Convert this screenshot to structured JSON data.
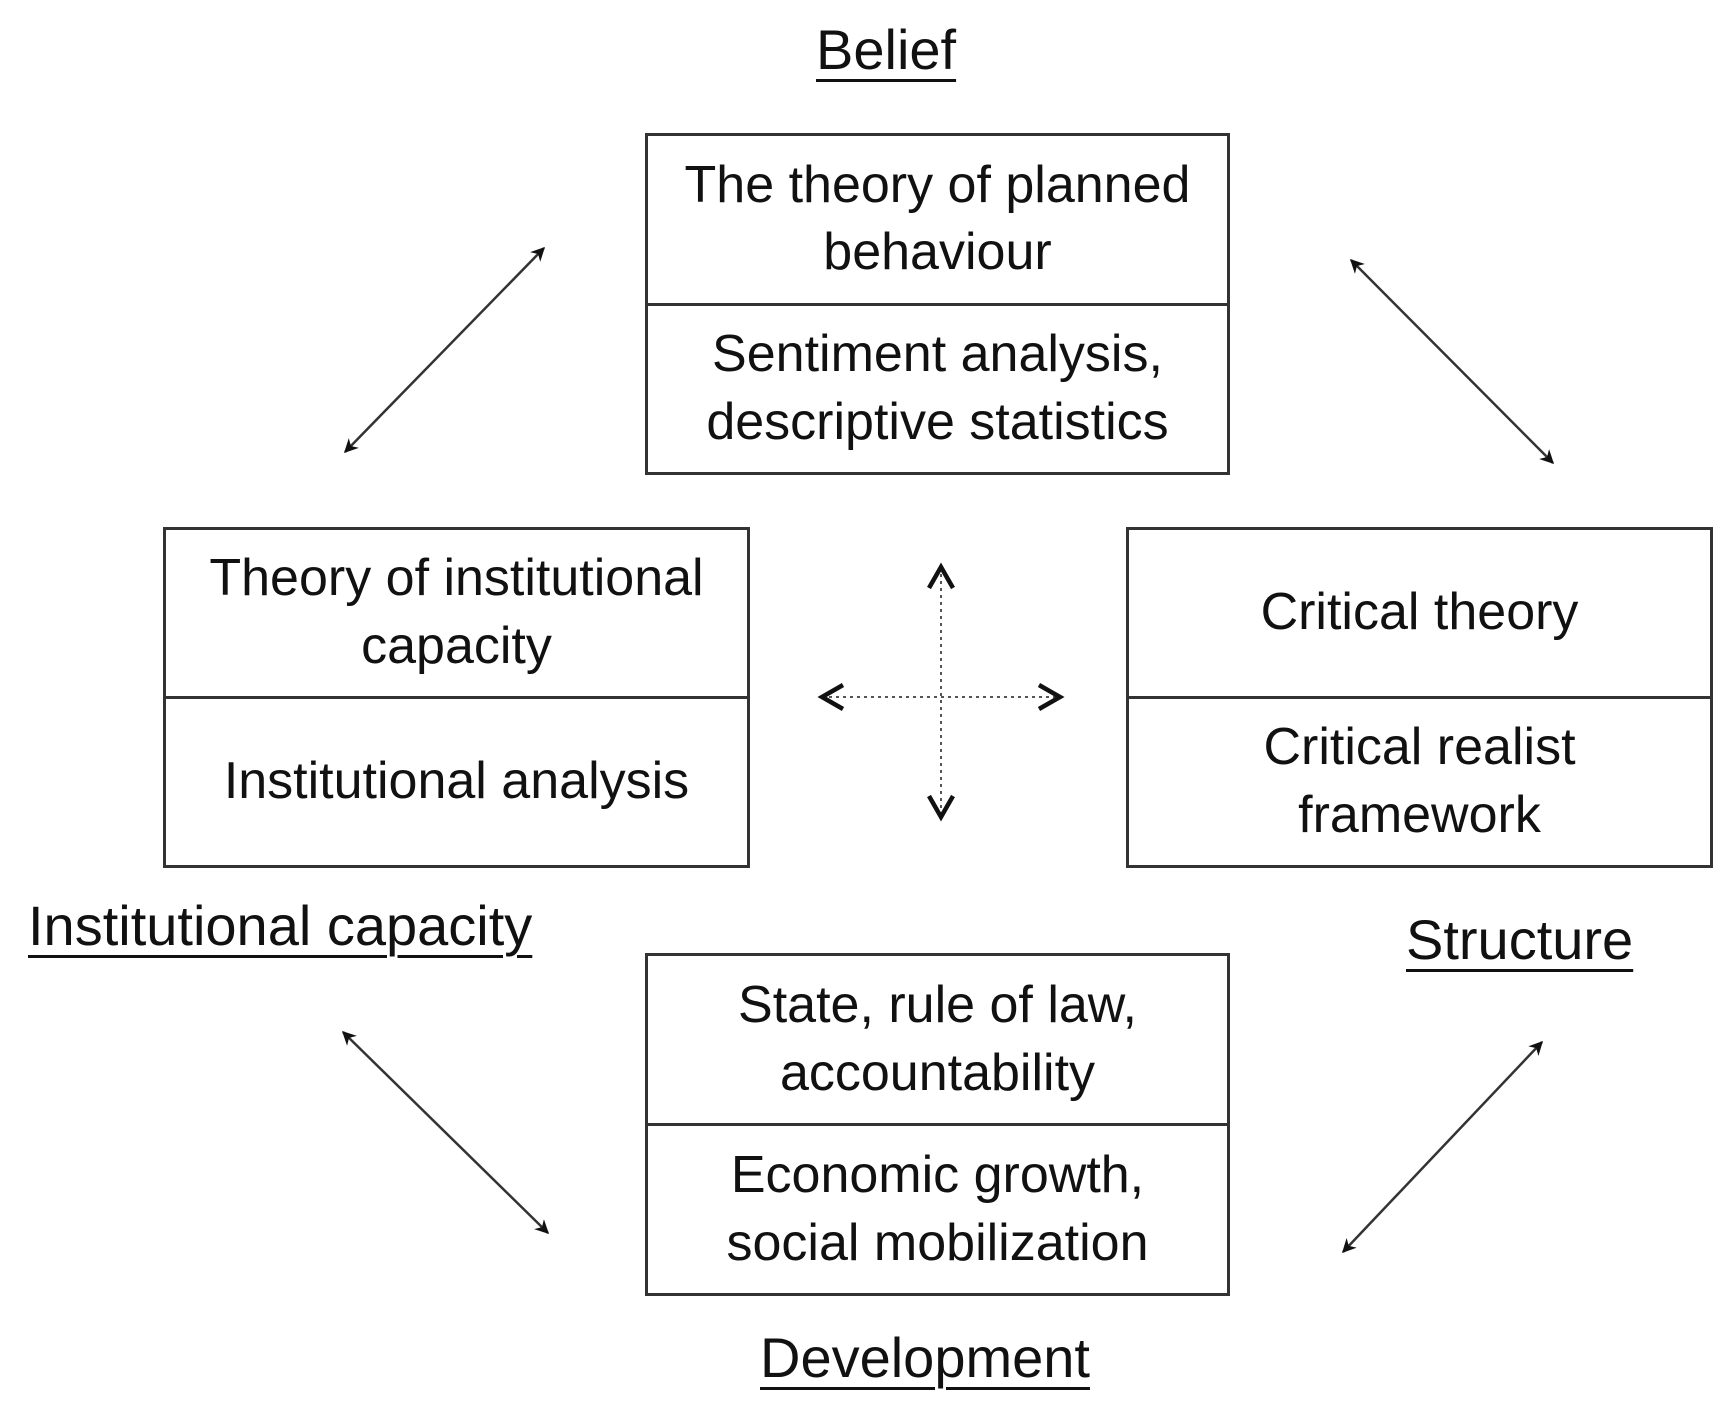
{
  "headings": {
    "belief": "Belief",
    "institutional_capacity": "Institutional capacity",
    "structure": "Structure",
    "development": "Development"
  },
  "boxes": {
    "top": {
      "theory": "The theory of planned behaviour",
      "method": "Sentiment analysis, descriptive statistics"
    },
    "left": {
      "theory": "Theory of institutional capacity",
      "method": "Institutional analysis"
    },
    "right": {
      "theory": "Critical theory",
      "method": "Critical realist framework"
    },
    "bottom": {
      "theory": "State, rule of law, accountability",
      "method": "Economic growth, social mobilization"
    }
  },
  "colors": {
    "line": "#333333",
    "text": "#111111"
  }
}
